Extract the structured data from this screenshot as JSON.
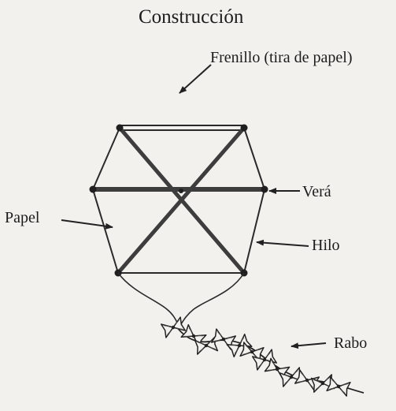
{
  "diagram": {
    "title": "Construcción",
    "labels": {
      "frenillo": "Frenillo (tira de papel)",
      "vera": "Verá",
      "papel": "Papel",
      "hilo": "Hilo",
      "rabo": "Rabo"
    }
  },
  "colors": {
    "background": "#f3f1ee",
    "ink": "#222222",
    "stick": "#3d3d3d"
  }
}
